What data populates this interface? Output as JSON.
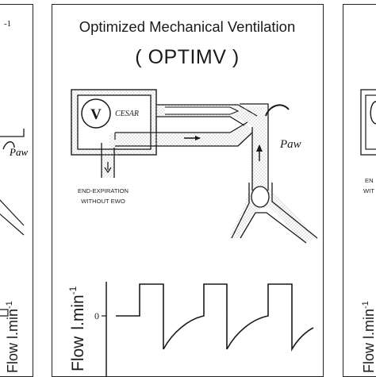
{
  "center": {
    "title": "Optimized Mechanical Ventilation",
    "subtitle": "( OPTIMV )",
    "ventilator_letter": "V",
    "ventilator_name": "CESAR",
    "paw_label": "Paw",
    "caption_line1": "END-EXPIRATION",
    "caption_line2": "WITHOUT EWO",
    "flow_label": "Flow",
    "flow_unit": "l.min",
    "flow_exponent": "-1",
    "zero_tick": "0"
  },
  "left": {
    "partial_exponent": "-1",
    "paw_label": "Paw",
    "flow_label": "Flow  l.min",
    "flow_exponent": "-1"
  },
  "right": {
    "caption_line1": "EN",
    "caption_line2": "WIT",
    "flow_label": "Flow  l.min",
    "flow_exponent": "-1"
  },
  "colors": {
    "line": "#1a1a1a",
    "stipple": "#9a9a9a",
    "background": "#ffffff"
  }
}
